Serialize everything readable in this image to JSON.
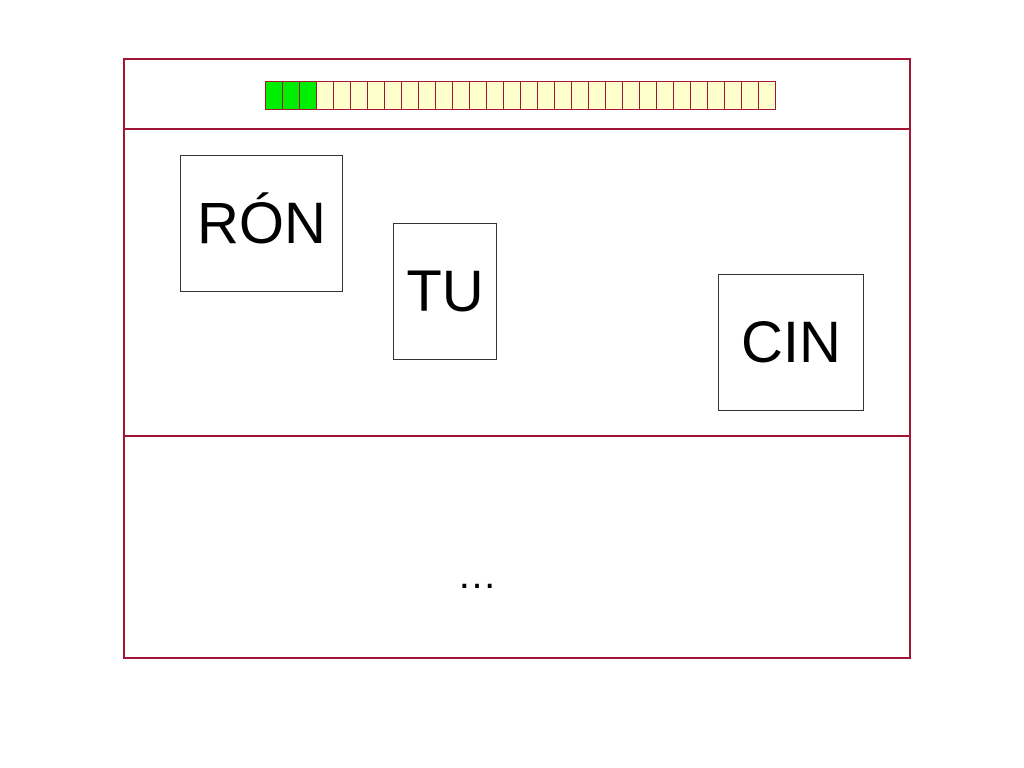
{
  "progress": {
    "total_steps": 30,
    "completed_steps": 3,
    "done_color": "#00ee00",
    "pending_color": "#ffffcc"
  },
  "syllables": [
    {
      "text": "RÓN"
    },
    {
      "text": "TU"
    },
    {
      "text": "CIN"
    }
  ],
  "answer": {
    "text": "…"
  },
  "colors": {
    "frame": "#a31535"
  }
}
